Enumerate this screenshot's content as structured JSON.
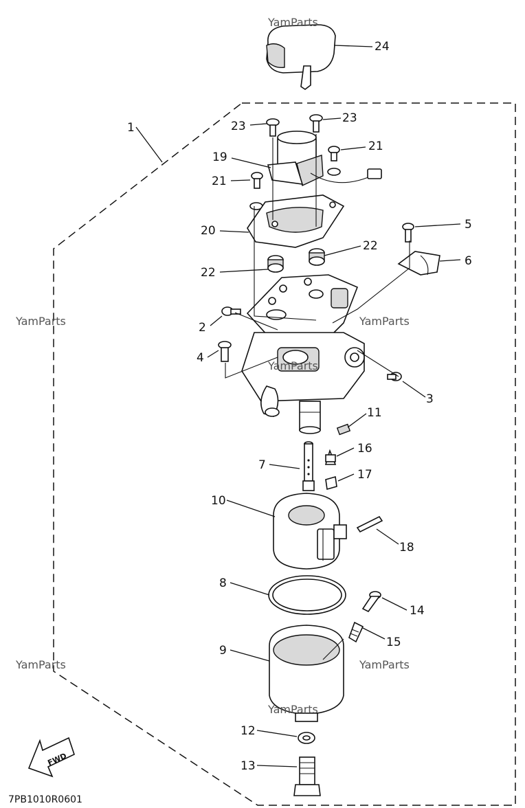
{
  "watermark": "YamParts",
  "diagram_code": "7PB1010R0601",
  "fwd_label": "FWD",
  "callouts": [
    "1",
    "2",
    "3",
    "4",
    "5",
    "6",
    "7",
    "8",
    "9",
    "10",
    "11",
    "12",
    "13",
    "14",
    "15",
    "16",
    "17",
    "18",
    "19",
    "20",
    "21",
    "21",
    "22",
    "22",
    "23",
    "23",
    "24"
  ]
}
